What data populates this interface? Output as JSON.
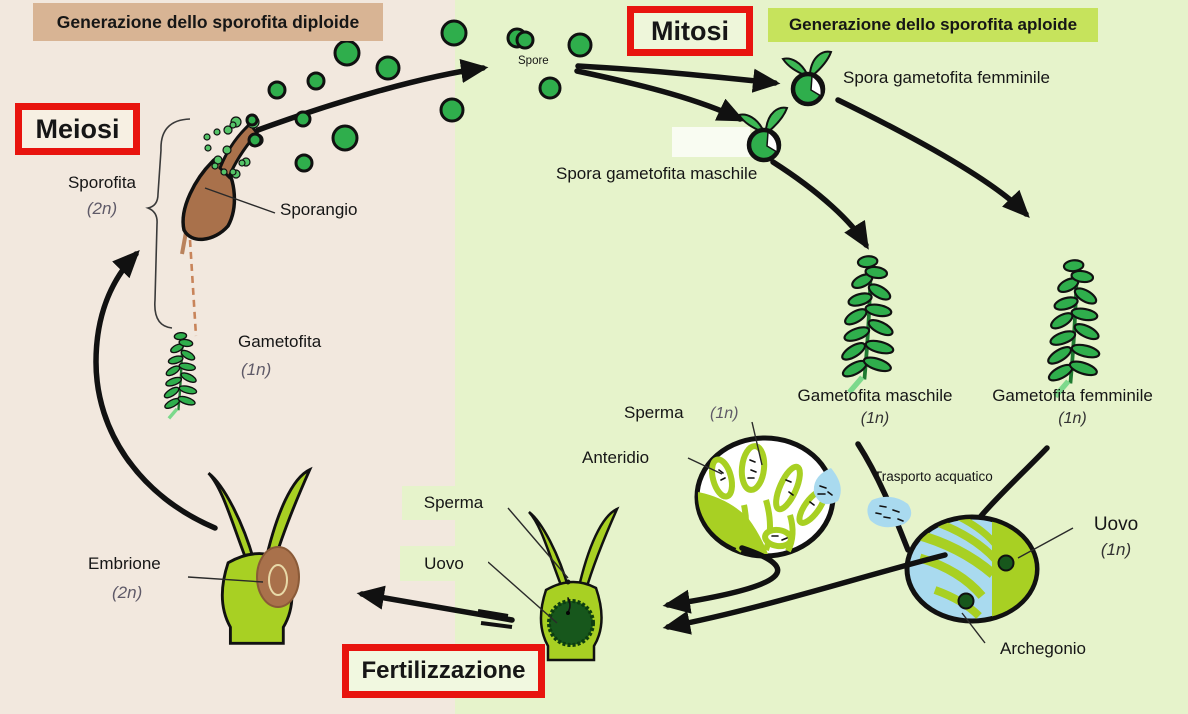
{
  "headers": {
    "left": "Generazione dello sporofita diploide",
    "right": "Generazione dello sporofita aploide"
  },
  "process_boxes": {
    "meiosi": "Meiosi",
    "mitosi": "Mitosi",
    "fertilizzazione": "Fertilizzazione"
  },
  "labels": {
    "sporofita": "Sporofita",
    "sporofita_ploidy": "(2n)",
    "sporangio": "Sporangio",
    "gametofita": "Gametofita",
    "gametofita_ploidy": "(1n)",
    "spore": "Spore",
    "spora_femminile": "Spora gametofita femminile",
    "spora_maschile": "Spora gametofita maschile",
    "gametofita_maschile": "Gametofita maschile",
    "gametofita_maschile_ploidy": "(1n)",
    "gametofita_femminile": "Gametofita femminile",
    "gametofita_femminile_ploidy": "(1n)",
    "sperma": "Sperma",
    "sperma_ploidy": "(1n)",
    "anteridio": "Anteridio",
    "trasporto_acquatico": "Trasporto acquatico",
    "uovo": "Uovo",
    "uovo_ploidy": "(1n)",
    "archegonio": "Archegonio",
    "sperma_fert": "Sperma",
    "uovo_fert": "Uovo",
    "embrione": "Embrione",
    "embrione_ploidy": "(2n)"
  },
  "colors": {
    "red_box_border": "#e8140e",
    "left_bg": "#f2e8de",
    "right_bg": "#e6f3cb",
    "header_left_bg": "#d8b494",
    "header_right_bg": "#c6e35c",
    "spore_green": "#2fae4c",
    "light_green": "#a8d023",
    "water_blue": "#a9daef",
    "embryo_brown": "#a9714b",
    "egg_dark_green": "#17571c",
    "ploidy_gray": "#5f5a68"
  }
}
